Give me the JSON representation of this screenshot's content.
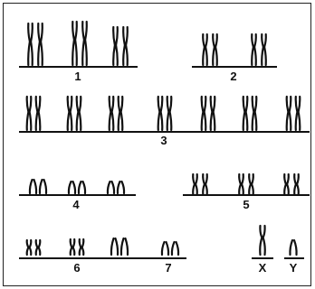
{
  "groups": [
    {
      "label": "1"
    },
    {
      "label": "2"
    },
    {
      "label": "3"
    },
    {
      "label": "4"
    },
    {
      "label": "5"
    },
    {
      "label": "6"
    },
    {
      "label": "7"
    },
    {
      "label": "X"
    },
    {
      "label": "Y"
    }
  ],
  "ink_color": "#111111"
}
